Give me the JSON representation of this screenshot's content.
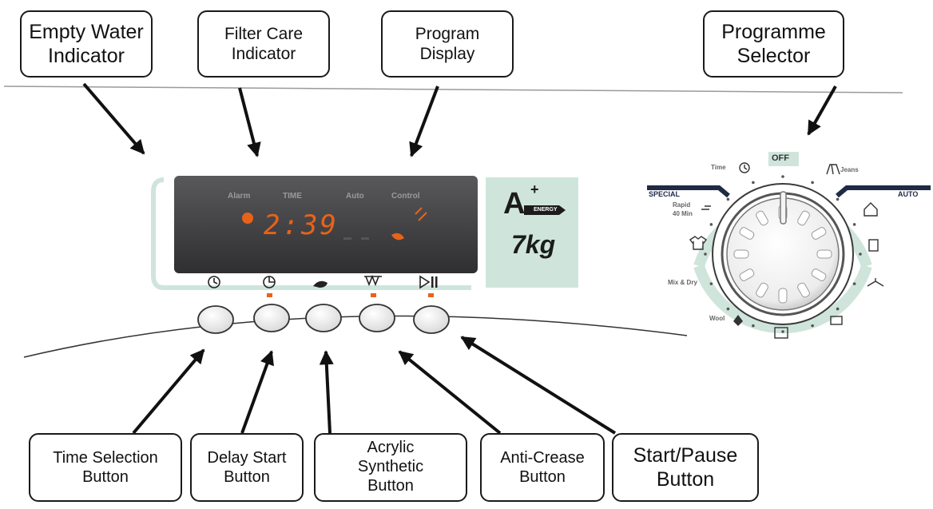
{
  "callouts": {
    "empty_water": [
      "Empty Water",
      "Indicator"
    ],
    "filter_care": [
      "Filter Care",
      "Indicator"
    ],
    "program_display": [
      "Program",
      "Display"
    ],
    "programme_selector": [
      "Programme",
      "Selector"
    ],
    "time_selection": [
      "Time Selection",
      "Button"
    ],
    "delay_start": [
      "Delay Start",
      "Button"
    ],
    "acrylic_synthetic": [
      "Acrylic",
      "Synthetic",
      "Button"
    ],
    "anti_crease": [
      "Anti-Crease",
      "Button"
    ],
    "start_pause": [
      "Start/Pause",
      "Button"
    ]
  },
  "display": {
    "labels": [
      "Alarm",
      "TIME",
      "Auto",
      "Control"
    ],
    "digits": "2:39"
  },
  "energy": {
    "class": "A",
    "plus": "+",
    "energy_label": "ENERGY",
    "capacity": "7kg"
  },
  "dial": {
    "off": "OFF",
    "special": "SPECIAL",
    "auto": "AUTO",
    "time": "Time",
    "jeans": "Jeans",
    "rapid": [
      "Rapid",
      "40 Min"
    ],
    "mix_dry": "Mix & Dry",
    "wool": "Wool"
  },
  "colors": {
    "panel_green": "#cfe5dc",
    "display_bg": "#3f3f41",
    "digit_orange": "#e8631a",
    "callout_border": "#1a1a1a"
  }
}
